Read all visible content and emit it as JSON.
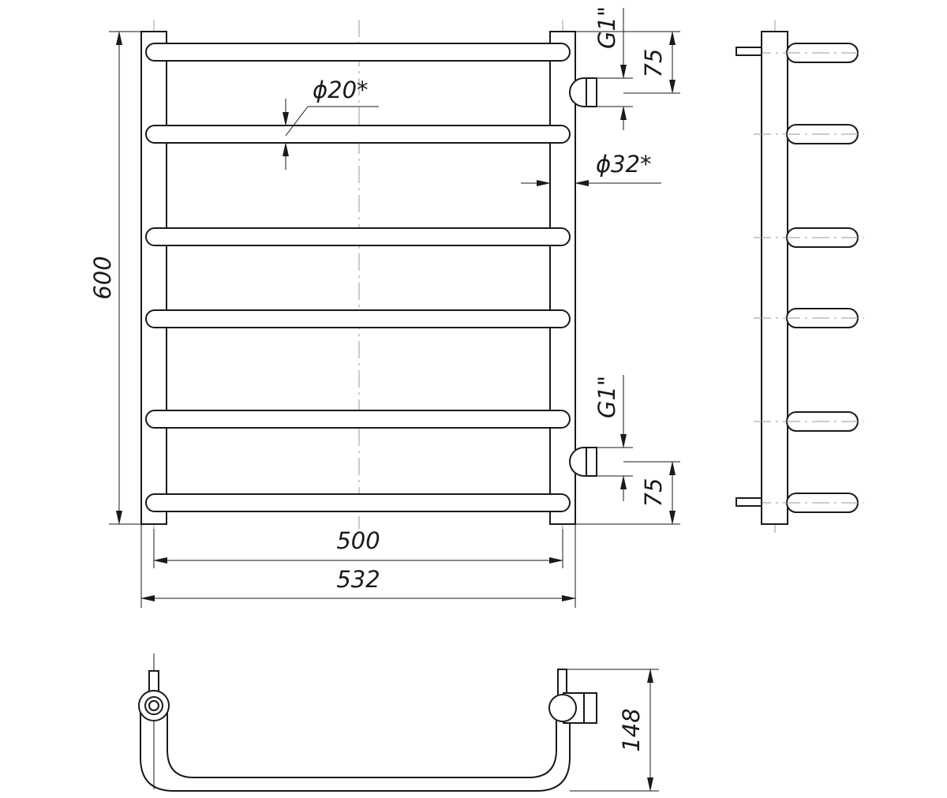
{
  "dimensions": {
    "height_total": "600",
    "rung_diameter": "ϕ20*",
    "rail_diameter": "ϕ32*",
    "thread_top": "G1\"",
    "offset_top": "75",
    "thread_bottom": "G1\"",
    "offset_bottom": "75",
    "center_distance": "500",
    "overall_width": "532",
    "depth": "148"
  },
  "colors": {
    "line": "#1a1a1a",
    "centerline": "#9a9a9a",
    "background": "#ffffff"
  }
}
